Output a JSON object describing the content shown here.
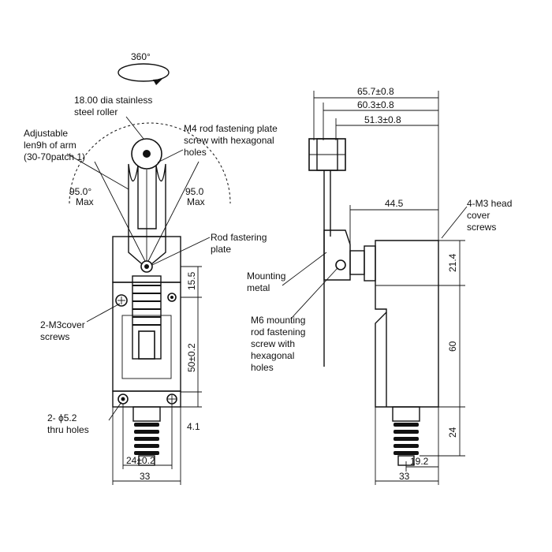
{
  "rotation_label": "360°",
  "labels": {
    "roller": [
      "18.00 dia stainless",
      "steel roller"
    ],
    "arm": [
      "Adjustable",
      "len9h of arm",
      "(30-70patch 1)"
    ],
    "m4": [
      "M4 rod fastening plate",
      "screw with hexagonal",
      "holes"
    ],
    "rod_plate": [
      "Rod fastering",
      "plate"
    ],
    "cover": [
      "2-M3cover",
      "screws"
    ],
    "thru": [
      "2- ϕ5.2",
      "thru holes"
    ],
    "mounting": [
      "Mounting",
      "metal"
    ],
    "m6": [
      "M6 mounting",
      "rod fastening",
      "screw with",
      "hexagonal",
      "holes"
    ],
    "head": [
      "4-M3 head",
      "cover",
      "screws"
    ]
  },
  "angles": {
    "left": [
      "95.0°",
      "Max"
    ],
    "right": [
      "95.0",
      "Max"
    ]
  },
  "dimensions": {
    "d15_5": "15.5",
    "d50": "50±0.2",
    "d4_1": "4.1",
    "d24w": "24±0.2",
    "d33a": "33",
    "d65_7": "65.7±0.8",
    "d60_3": "60.3±0.8",
    "d51_3": "51.3±0.8",
    "d44_5": "44.5",
    "d21_4": "21.4",
    "d60": "60",
    "d24h": "24",
    "d19_2": "19.2",
    "d33b": "33"
  },
  "colors": {
    "ink": "#111111",
    "background": "#ffffff"
  }
}
